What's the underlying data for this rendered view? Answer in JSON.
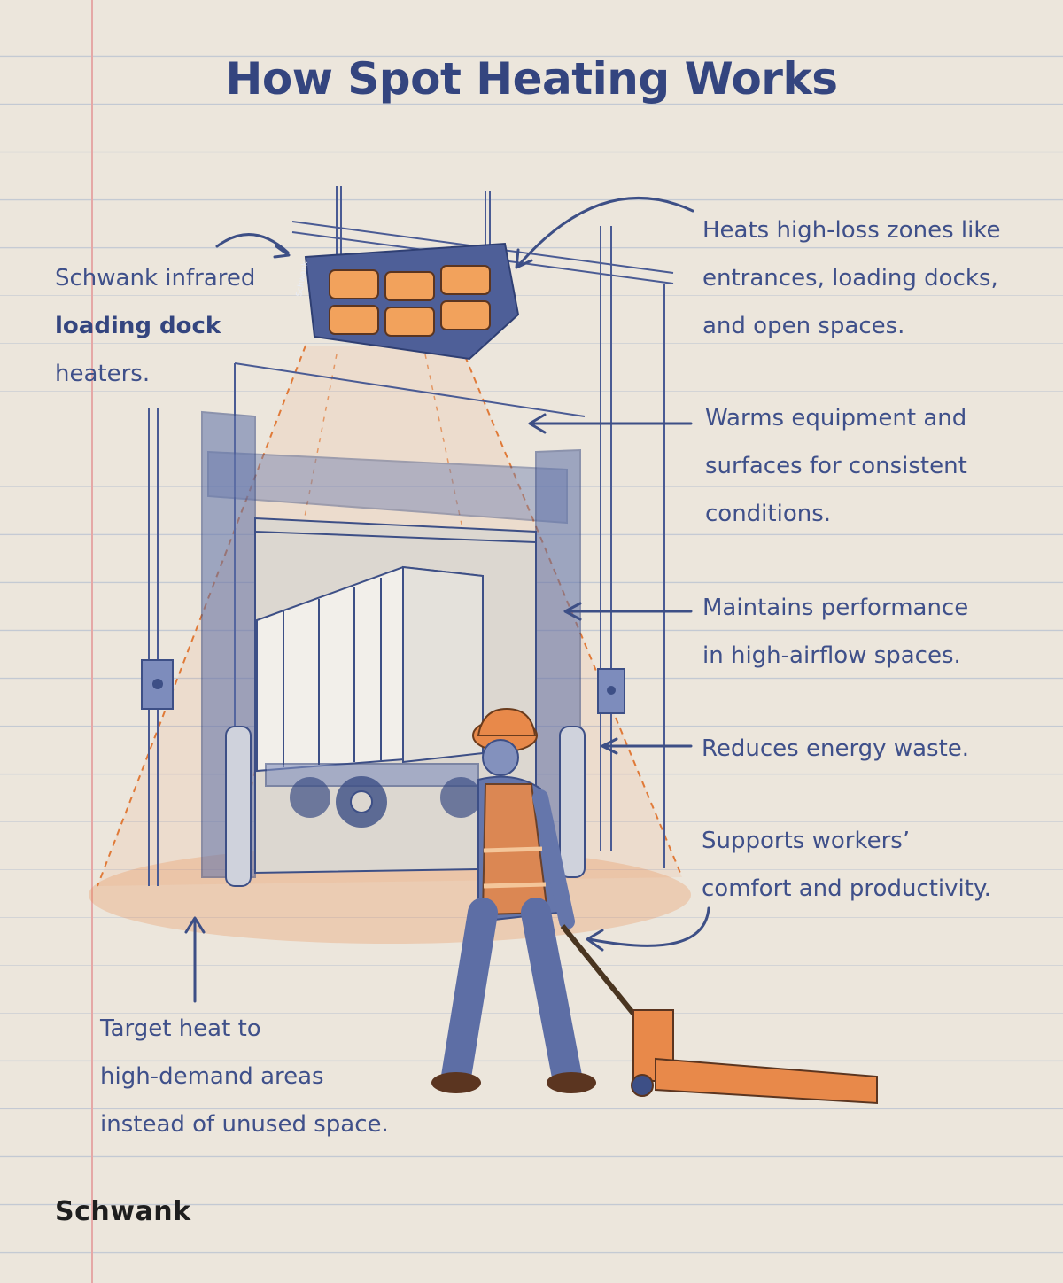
{
  "title": "How Spot Heating Works",
  "annotations": {
    "heater": {
      "line1": "Schwank infrared",
      "line2_bold": "loading dock",
      "line3": "heaters."
    },
    "heats_zones": [
      "Heats high-loss zones like",
      "entrances, loading docks,",
      "and open spaces."
    ],
    "warms_equipment": [
      "Warms equipment and",
      "surfaces for consistent",
      "conditions."
    ],
    "maintains": [
      "Maintains performance",
      "in high-airflow spaces."
    ],
    "reduces": [
      "Reduces energy waste."
    ],
    "supports": [
      "Supports workers’",
      "comfort and productivity."
    ],
    "target": [
      "Target heat to",
      "high-demand areas",
      "instead of unused space."
    ]
  },
  "heater_brand": "Schwank",
  "logo": "Schwank",
  "colors": {
    "ink": "#3d4f86",
    "heat": "#e8894a",
    "paper": "#ece6dc",
    "rule": "#c3c9d3",
    "margin": "#e5a8a6"
  }
}
